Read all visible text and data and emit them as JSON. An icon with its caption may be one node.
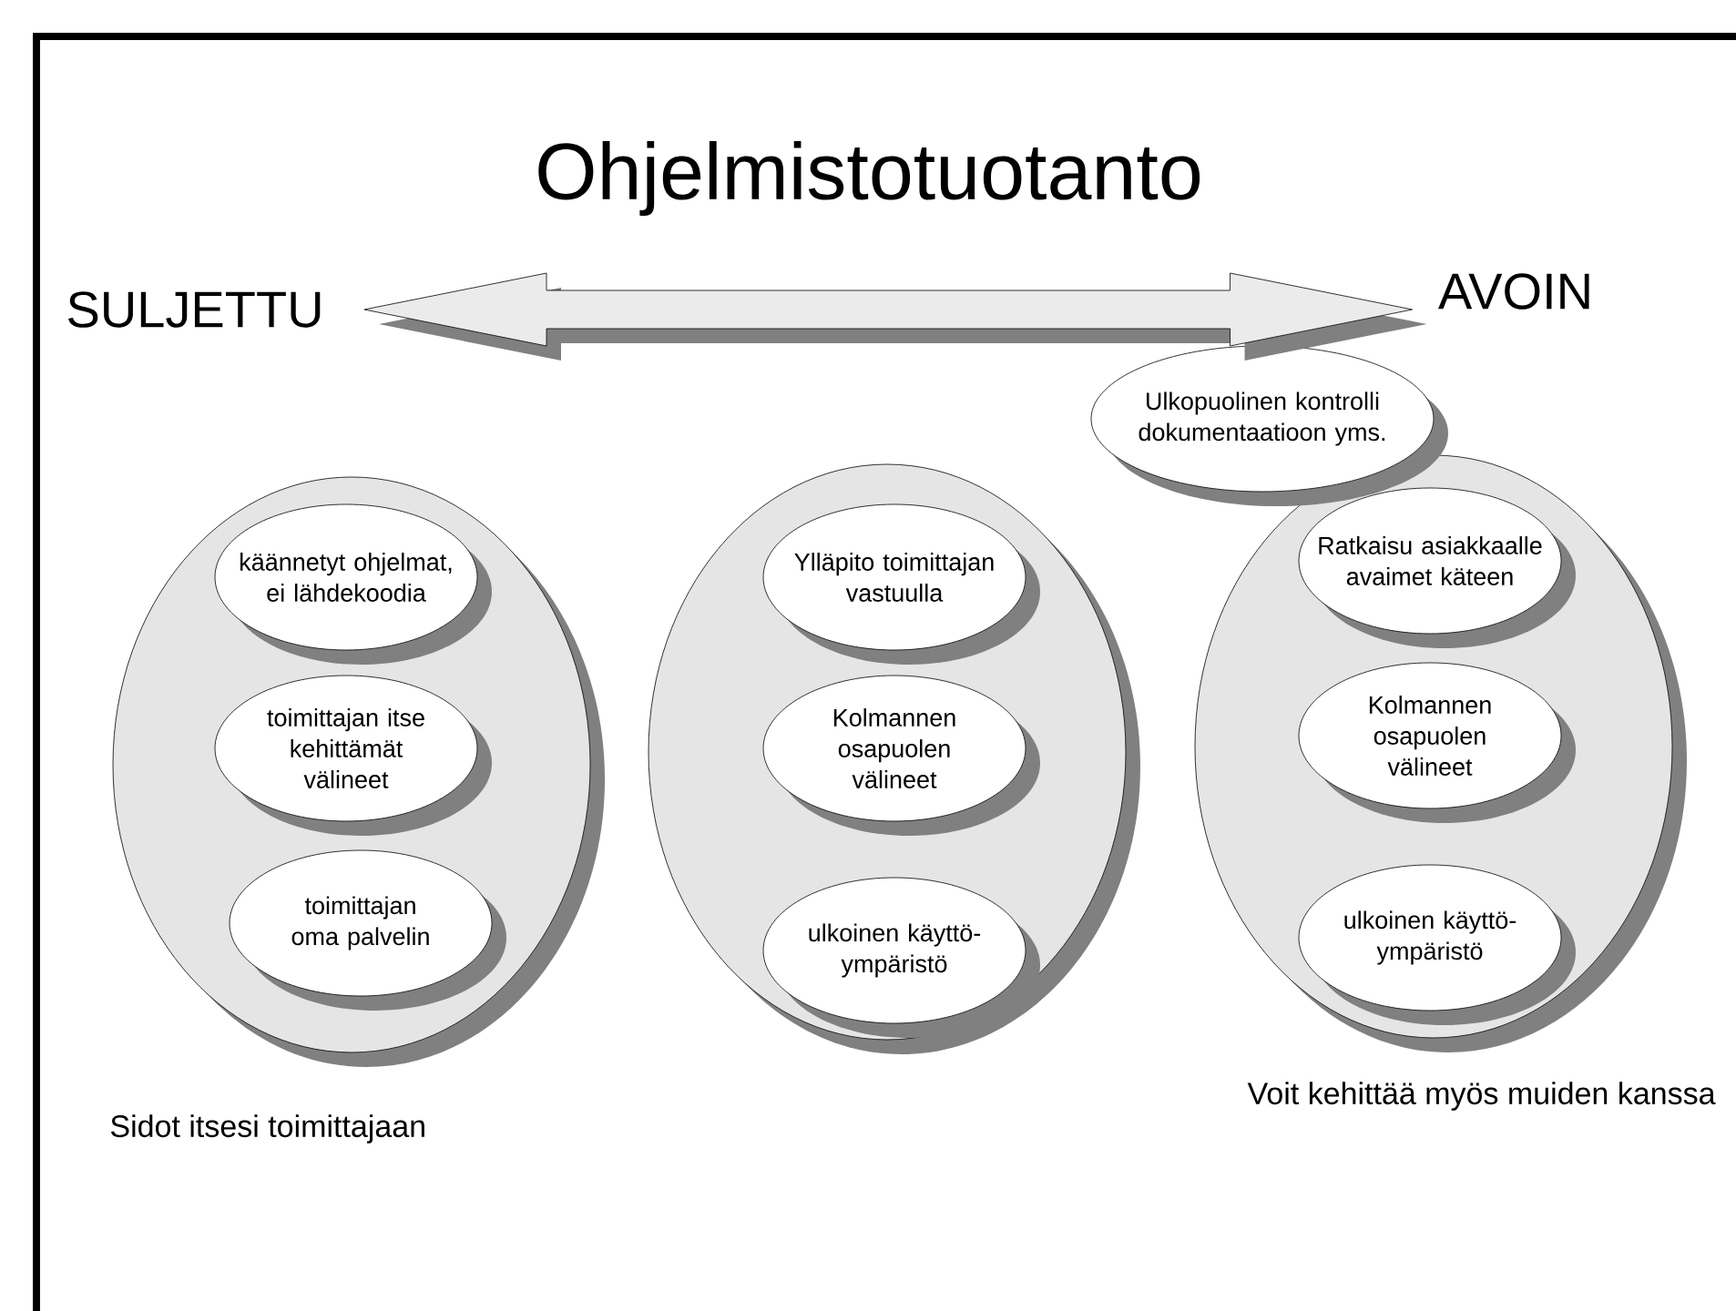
{
  "diagram": {
    "title": "Ohjelmistotuotanto",
    "nodes": [
      {
        "text": [
          "SULJETTU"
        ]
      },
      {
        "text": [
          "AVOIN"
        ]
      },
      {
        "text": [
          "Ulkopuolinen kontrolli dokumentaatioon yms."
        ]
      },
      {
        "text": [],
        "shape": "ellipse"
      },
      {
        "text": [
          "käännetyt ohjelmat, ei lähdekoodia"
        ],
        "in": 3
      },
      {
        "text": [
          "toimittajan itse kehittämät välineet"
        ],
        "in": 3
      },
      {
        "text": [
          "toimittajan oma palvelin"
        ],
        "in": 3
      },
      {
        "text": [],
        "shape": "ellipse"
      },
      {
        "text": [
          "Ylläpito toimittajan vastuulla"
        ],
        "in": 7
      },
      {
        "text": [
          "Kolmannen osapuolen välineet"
        ],
        "in": 7
      },
      {
        "text": [
          "ulkoinen käyttö- ympäristö"
        ],
        "in": 7
      },
      {
        "text": [],
        "shape": "ellipse"
      },
      {
        "text": [
          "Ratkaisu asiakkaalle avaimet käteen"
        ],
        "in": 11
      },
      {
        "text": [
          "Kolmannen osapuolen välineet"
        ],
        "in": 11
      },
      {
        "text": [
          "ulkoinen käyttö- ympäristö"
        ],
        "in": 11
      }
    ],
    "edges": [
      {
        "from": 0,
        "to": 1,
        "arrow": "both"
      }
    ],
    "labels": [
      "Sidot itsesi toimittajaan",
      "Voit kehittää myös muiden kanssa"
    ]
  }
}
